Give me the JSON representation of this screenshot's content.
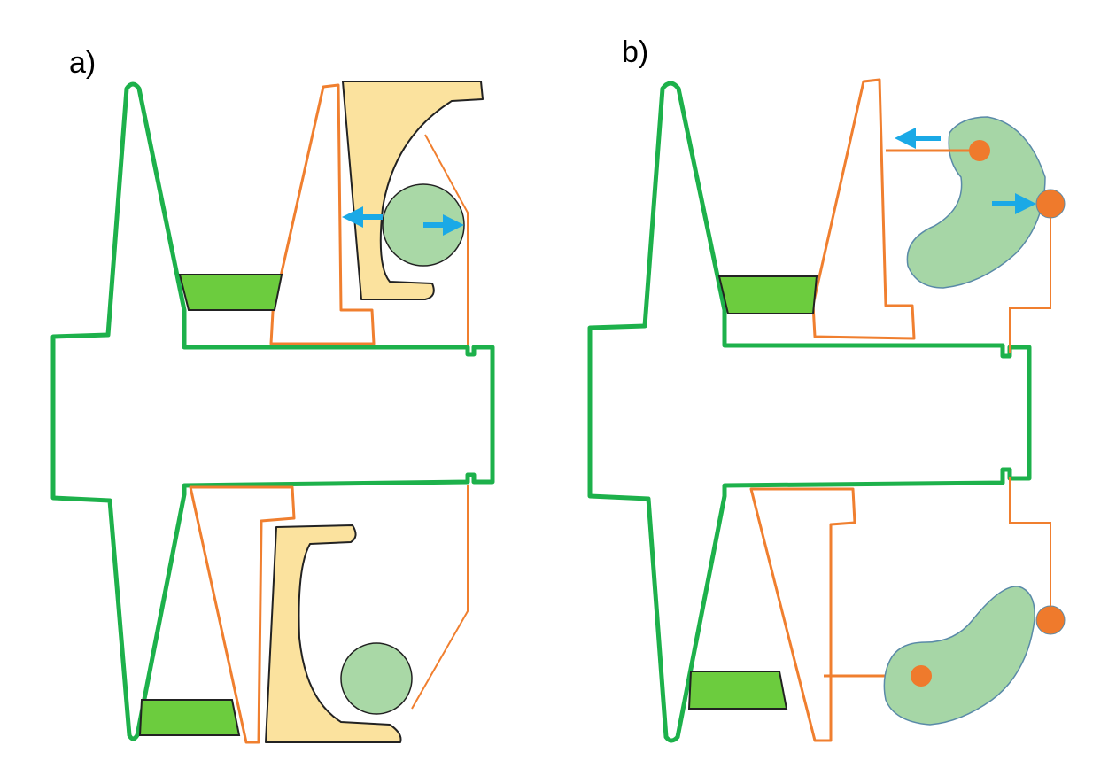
{
  "panels": {
    "a": {
      "label": "a)"
    },
    "b": {
      "label": "b)"
    }
  },
  "colors": {
    "shaft_outline": "#1db14b",
    "belt": "#6ccc3e",
    "belt_edge": "#222222",
    "movable_sheave": "#f07f2f",
    "roller_housing": "#fbe29e",
    "roller": "#a9d8a6",
    "flyweight": "#a6d6a6",
    "flyweight_edge": "#5a8aa8",
    "pivot": "#ef7a2c",
    "arrow": "#1aa9e6"
  },
  "icons": {
    "arrow_shape": "double-headed-arrow",
    "pivot_shape": "circle"
  }
}
